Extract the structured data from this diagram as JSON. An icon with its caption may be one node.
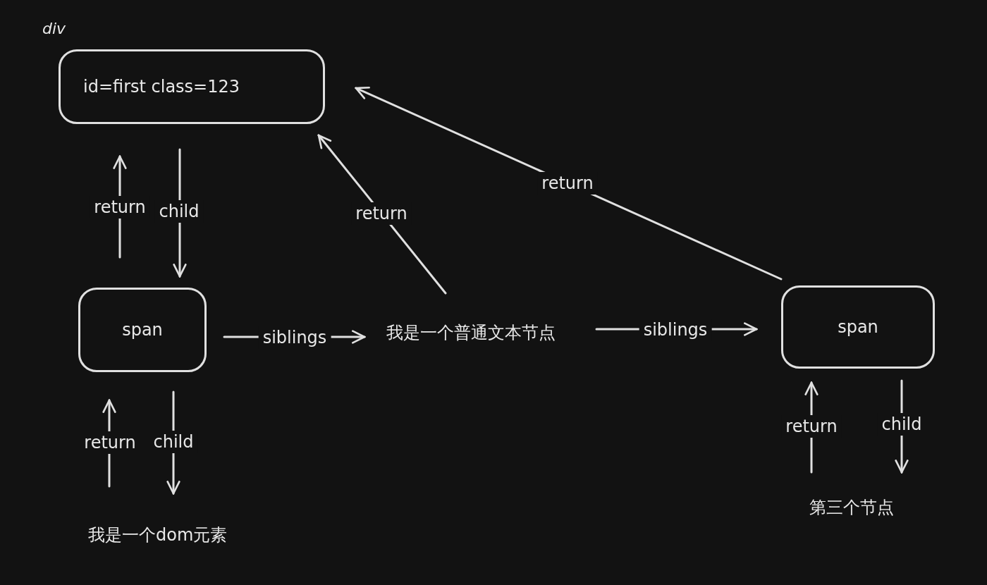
{
  "diagram": {
    "nodes": [
      {
        "text": [
          "div",
          "id=first class=123"
        ]
      },
      {
        "text": [
          "span"
        ]
      },
      {
        "text": [
          "我是一个普通文本节点"
        ]
      },
      {
        "text": [
          "span"
        ]
      },
      {
        "text": [
          "我是一个dom元素"
        ]
      },
      {
        "text": [
          "第三个节点"
        ]
      }
    ],
    "edges": [
      {
        "from": 1,
        "to": 0,
        "arrow": "to",
        "label": "return"
      },
      {
        "from": 0,
        "to": 1,
        "arrow": "to",
        "label": "child"
      },
      {
        "from": 2,
        "to": 0,
        "arrow": "to",
        "label": "return"
      },
      {
        "from": 3,
        "to": 0,
        "arrow": "to",
        "label": "return"
      },
      {
        "from": 1,
        "to": 2,
        "arrow": "to",
        "label": "siblings"
      },
      {
        "from": 2,
        "to": 3,
        "arrow": "to",
        "label": "siblings"
      },
      {
        "from": 4,
        "to": 1,
        "arrow": "to",
        "label": "return"
      },
      {
        "from": 1,
        "to": 4,
        "arrow": "to",
        "label": "child"
      },
      {
        "from": 5,
        "to": 3,
        "arrow": "to",
        "label": "return"
      },
      {
        "from": 3,
        "to": 5,
        "arrow": "to",
        "label": "child"
      }
    ]
  }
}
